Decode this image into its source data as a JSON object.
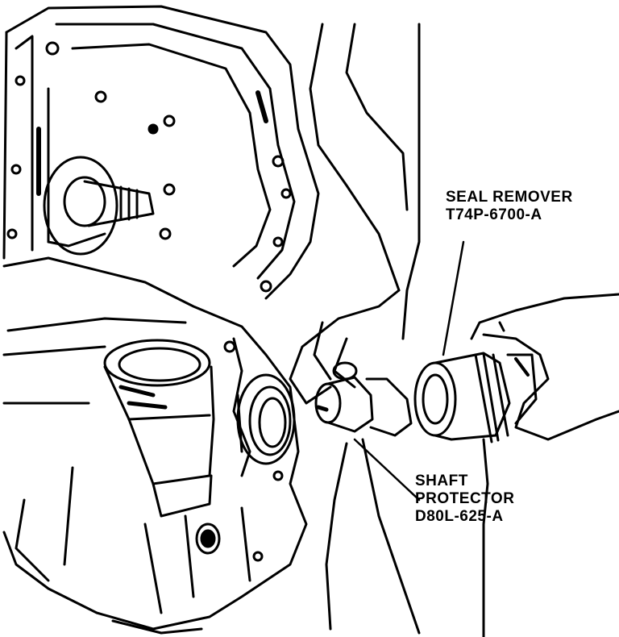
{
  "labels": {
    "seal_remover": {
      "name": "SEAL REMOVER",
      "part": "T74P-6700-A"
    },
    "shaft_protector": {
      "name_line1": "SHAFT",
      "name_line2": "PROTECTOR",
      "part": "D80L-625-A"
    }
  },
  "colors": {
    "ink": "#000000",
    "paper": "#ffffff"
  }
}
